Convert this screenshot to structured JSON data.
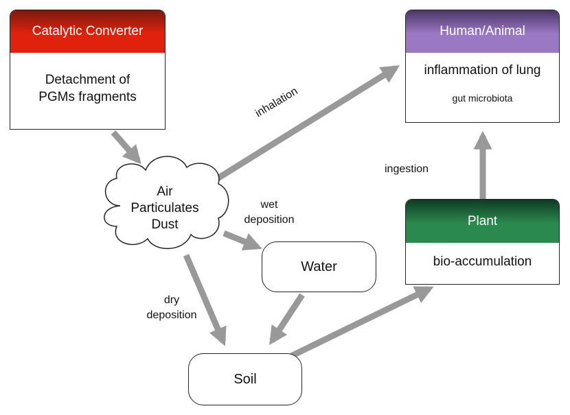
{
  "nodes": {
    "catalytic_converter": {
      "title": "Catalytic Converter",
      "body": "Detachment of PGMs fragments",
      "header_color": "#e0220c"
    },
    "human_animal": {
      "title": "Human/Animal",
      "body": "inflammation of lung",
      "sub": "gut microbiota",
      "header_color": "#9b78c4"
    },
    "plant": {
      "title": "Plant",
      "body": "bio-accumulation",
      "header_color": "#2a8a4e"
    },
    "air": {
      "lines": [
        "Air",
        "Particulates",
        "Dust"
      ]
    },
    "water": {
      "label": "Water"
    },
    "soil": {
      "label": "Soil"
    }
  },
  "edges": {
    "inhalation": "inhalation",
    "wet_deposition": [
      "wet",
      "deposition"
    ],
    "dry_deposition": [
      "dry",
      "deposition"
    ],
    "ingestion": "ingestion"
  },
  "arrow_color": "#999999"
}
